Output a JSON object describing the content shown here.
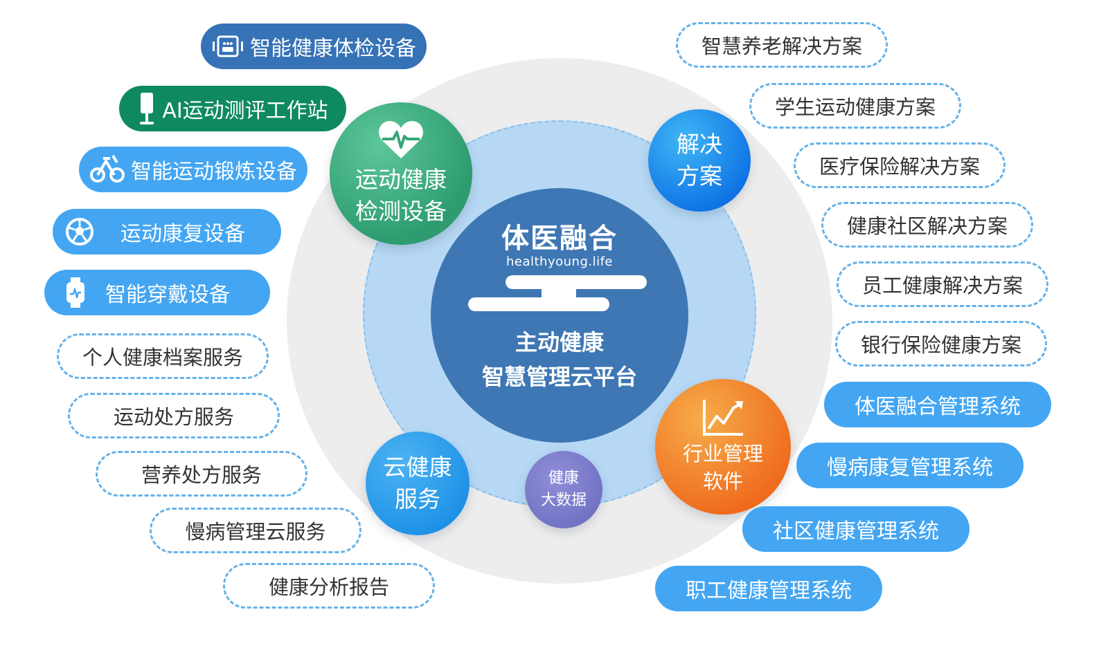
{
  "center": {
    "title": "体医融合",
    "url": "healthyoung.life",
    "subtitle_line1": "主动健康",
    "subtitle_line2": "智慧管理云平台"
  },
  "hubs": {
    "sport_detection": {
      "line1": "运动健康",
      "line2": "检测设备",
      "icon": "heart-pulse-icon",
      "color": "#35a477"
    },
    "solutions": {
      "line1": "解决",
      "line2": "方案",
      "color": "#1680ea"
    },
    "cloud_service": {
      "line1": "云健康",
      "line2": "服务",
      "color": "#2596ea"
    },
    "industry_software": {
      "line1": "行业管理",
      "line2": "软件",
      "icon": "chart-up-icon",
      "color": "#f17f28"
    },
    "big_data": {
      "line1": "健康",
      "line2": "大数据",
      "color": "#7a7ac8"
    }
  },
  "left_devices": [
    {
      "label": "智能健康体检设备",
      "icon": "checkup-device-icon"
    },
    {
      "label": "AI运动测评工作站",
      "icon": "kiosk-icon"
    },
    {
      "label": "智能运动锻炼设备",
      "icon": "exercise-bike-icon"
    },
    {
      "label": "运动康复设备",
      "icon": "soccer-ball-icon"
    },
    {
      "label": "智能穿戴设备",
      "icon": "smartwatch-icon"
    }
  ],
  "left_services": [
    "个人健康档案服务",
    "运动处方服务",
    "营养处方服务",
    "慢病管理云服务",
    "健康分析报告"
  ],
  "right_solutions": [
    "智慧养老解决方案",
    "学生运动健康方案",
    "医疗保险解决方案",
    "健康社区解决方案",
    "员工健康解决方案",
    "银行保险健康方案"
  ],
  "right_software": [
    "体医融合管理系统",
    "慢病康复管理系统",
    "社区健康管理系统",
    "职工健康管理系统"
  ]
}
